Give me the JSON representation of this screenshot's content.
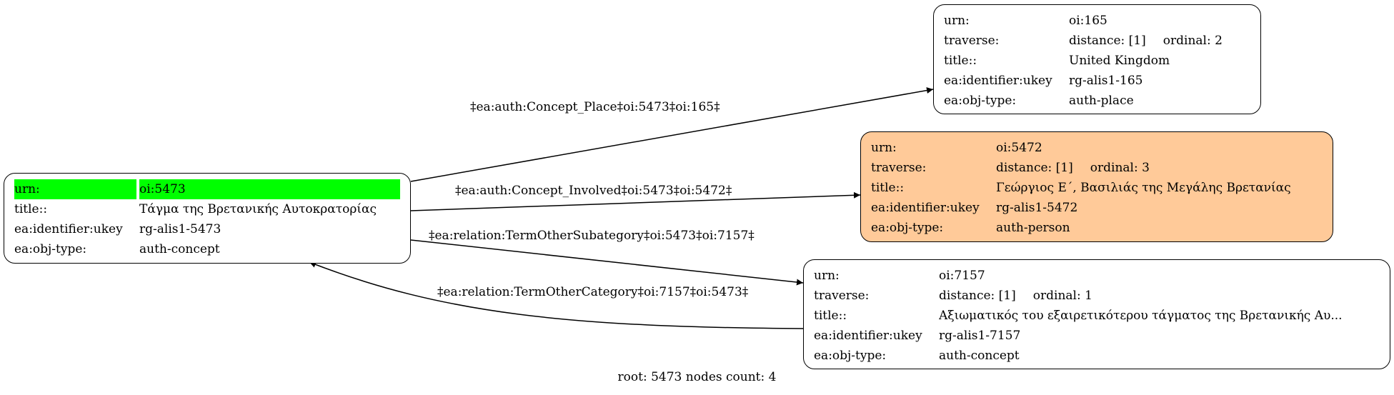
{
  "nodes": {
    "root": {
      "rows": [
        {
          "key": "urn:",
          "value": "oi:5473"
        },
        {
          "key": "title::",
          "value": "Τάγμα της Βρετανικής Αυτοκρατορίας"
        },
        {
          "key": "ea:identifier:ukey",
          "value": "rg-alis1-5473"
        },
        {
          "key": "ea:obj-type:",
          "value": "auth-concept"
        }
      ]
    },
    "place": {
      "rows": [
        {
          "key": "urn:",
          "value": "oi:165"
        },
        {
          "key": "traverse:",
          "value": "distance: [1]",
          "value2": "ordinal: 2"
        },
        {
          "key": "title::",
          "value": "United Kingdom"
        },
        {
          "key": "ea:identifier:ukey",
          "value": "rg-alis1-165"
        },
        {
          "key": "ea:obj-type:",
          "value": "auth-place"
        }
      ]
    },
    "person": {
      "rows": [
        {
          "key": "urn:",
          "value": "oi:5472"
        },
        {
          "key": "traverse:",
          "value": "distance: [1]",
          "value2": "ordinal: 3"
        },
        {
          "key": "title::",
          "value": "Γεώργιος Ε΄, Βασιλιάς της Μεγάλης Βρετανίας"
        },
        {
          "key": "ea:identifier:ukey",
          "value": "rg-alis1-5472"
        },
        {
          "key": "ea:obj-type:",
          "value": "auth-person"
        }
      ]
    },
    "concept": {
      "rows": [
        {
          "key": "urn:",
          "value": "oi:7157"
        },
        {
          "key": "traverse:",
          "value": "distance: [1]",
          "value2": "ordinal: 1"
        },
        {
          "key": "title::",
          "value": "Αξιωματικός του εξαιρετικότερου τάγματος της Βρετανικής Αυ..."
        },
        {
          "key": "ea:identifier:ukey",
          "value": "rg-alis1-7157"
        },
        {
          "key": "ea:obj-type:",
          "value": "auth-concept"
        }
      ]
    }
  },
  "edges": [
    {
      "id": "e-place",
      "label": "‡ea:auth:Concept_Place‡oi:5473‡oi:165‡"
    },
    {
      "id": "e-involved",
      "label": "‡ea:auth:Concept_Involved‡oi:5473‡oi:5472‡"
    },
    {
      "id": "e-subcat",
      "label": "‡ea:relation:TermOtherSubategory‡oi:5473‡oi:7157‡"
    },
    {
      "id": "e-cat",
      "label": "‡ea:relation:TermOtherCategory‡oi:7157‡oi:5473‡"
    }
  ],
  "colors": {
    "highlight": "#00ff00",
    "person_fill": "#ffca99",
    "stroke": "#000000"
  },
  "footer": "root: 5473 nodes count: 4"
}
